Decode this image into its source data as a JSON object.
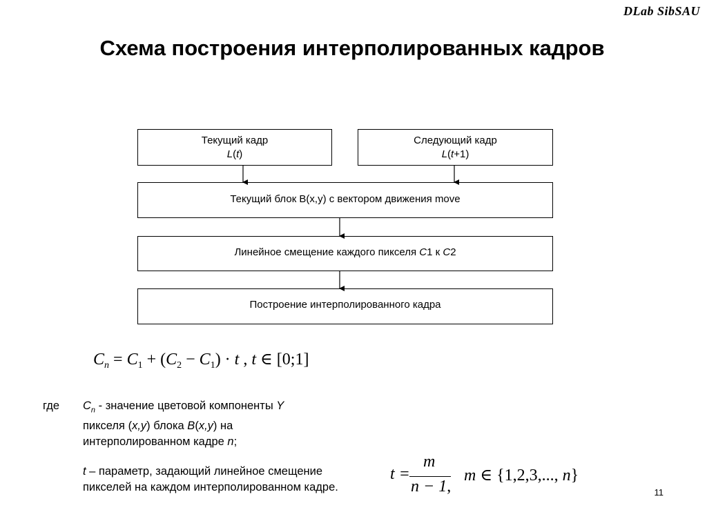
{
  "brand": "DLab SibSAU",
  "title": "Схема построения интерполированных кадров",
  "boxes": {
    "current": {
      "line1": "Текущий кадр",
      "var": "L",
      "arg": "t"
    },
    "next": {
      "line1": "Следующий кадр",
      "var": "L",
      "arg": "t",
      "arg_suffix": "+1"
    },
    "block": "Текущий блок B(x,y) с вектором движения move",
    "shift": {
      "prefix": "Линейное смещение каждого пикселя ",
      "c1_var": "C",
      "c1_num": "1",
      "mid": " к ",
      "c2_var": "C",
      "c2_num": "2"
    },
    "build": "Построение интерполированного кадра"
  },
  "formula": {
    "lhs": "C",
    "lhs_sub": "n",
    "eq": " = ",
    "c1": "C",
    "c1_sub": "1",
    "plus": " + (",
    "c2": "C",
    "c2_sub": "2",
    "minus": " − ",
    "c1b": "C",
    "c1b_sub": "1",
    "close": ") · ",
    "t": "t",
    "sep": " ,  ",
    "t2": "t",
    "in": " ∈ [0;1]"
  },
  "notes": {
    "where": "где",
    "cn_var": "C",
    "cn_sub": "n",
    "cn_line1_rest": " - значение цветовой компоненты ",
    "cn_y": "Y",
    "cn_line2_a": "пикселя (",
    "cn_line2_xy": "x,y",
    "cn_line2_b": ") блока ",
    "cn_line2_B": "B",
    "cn_line2_c": "(",
    "cn_line2_xy2": "x,y",
    "cn_line2_d": ")  на",
    "cn_line3_a": "интерполированном кадре ",
    "cn_line3_n": "n",
    "cn_line3_b": ";",
    "t_var": "t",
    "t_line1_rest": " – параметр, задающий линейное смещение",
    "t_line2": " пикселей на каждом интерполированном кадре."
  },
  "fraction": {
    "lhs": "t =",
    "num": "m",
    "den": "n − 1",
    "comma": ","
  },
  "set": {
    "var": "m",
    "rest": " ∈ {1,2,3,..., ",
    "n": "n",
    "close": "}"
  },
  "page_number": "11"
}
